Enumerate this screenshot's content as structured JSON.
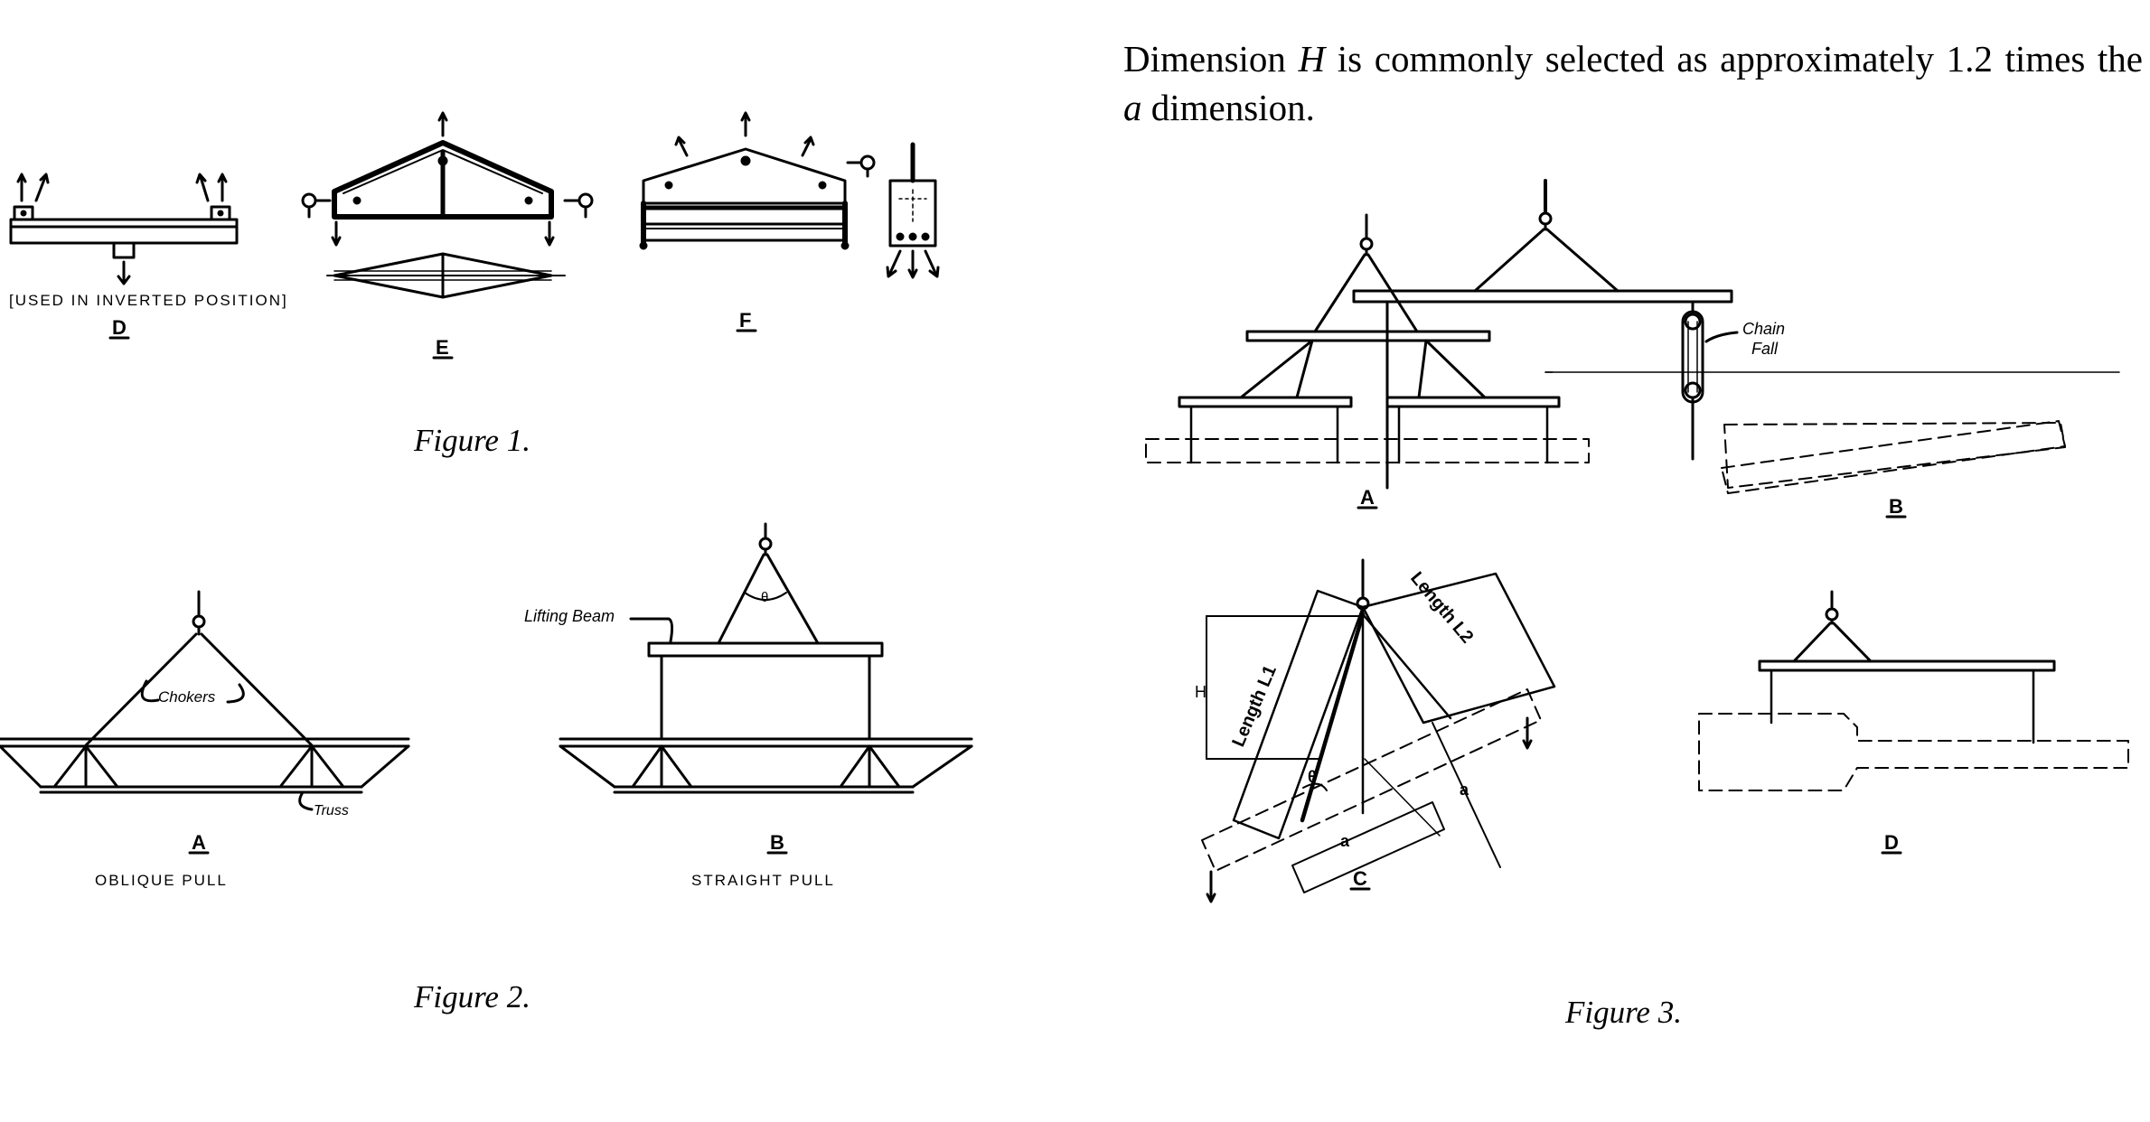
{
  "paragraph": {
    "part1": "Dimension ",
    "var_h": "H",
    "part2": " is commonly selected as approximately 1.2 times the ",
    "var_a": "a",
    "part3": " dimension."
  },
  "figure1": {
    "caption": "Figure 1.",
    "note_d": "[USED IN INVERTED POSITION]",
    "label_d": "D",
    "label_e": "E",
    "label_f": "F"
  },
  "figure2": {
    "caption": "Figure 2.",
    "label_chokers": "Chokers",
    "label_truss": "Truss",
    "label_lifting_beam": "Lifting Beam",
    "label_theta": "θ",
    "label_a": "A",
    "label_b": "B",
    "caption_a": "OBLIQUE PULL",
    "caption_b": "STRAIGHT PULL"
  },
  "figure3": {
    "caption": "Figure 3.",
    "label_a": "A",
    "label_b": "B",
    "label_c": "C",
    "label_d": "D",
    "chain": "Chain",
    "fall": "Fall",
    "length_l1": "Length L1",
    "length_l2": "Length L2",
    "h": "H",
    "theta": "θ",
    "a_left": "a",
    "a_right": "a"
  }
}
